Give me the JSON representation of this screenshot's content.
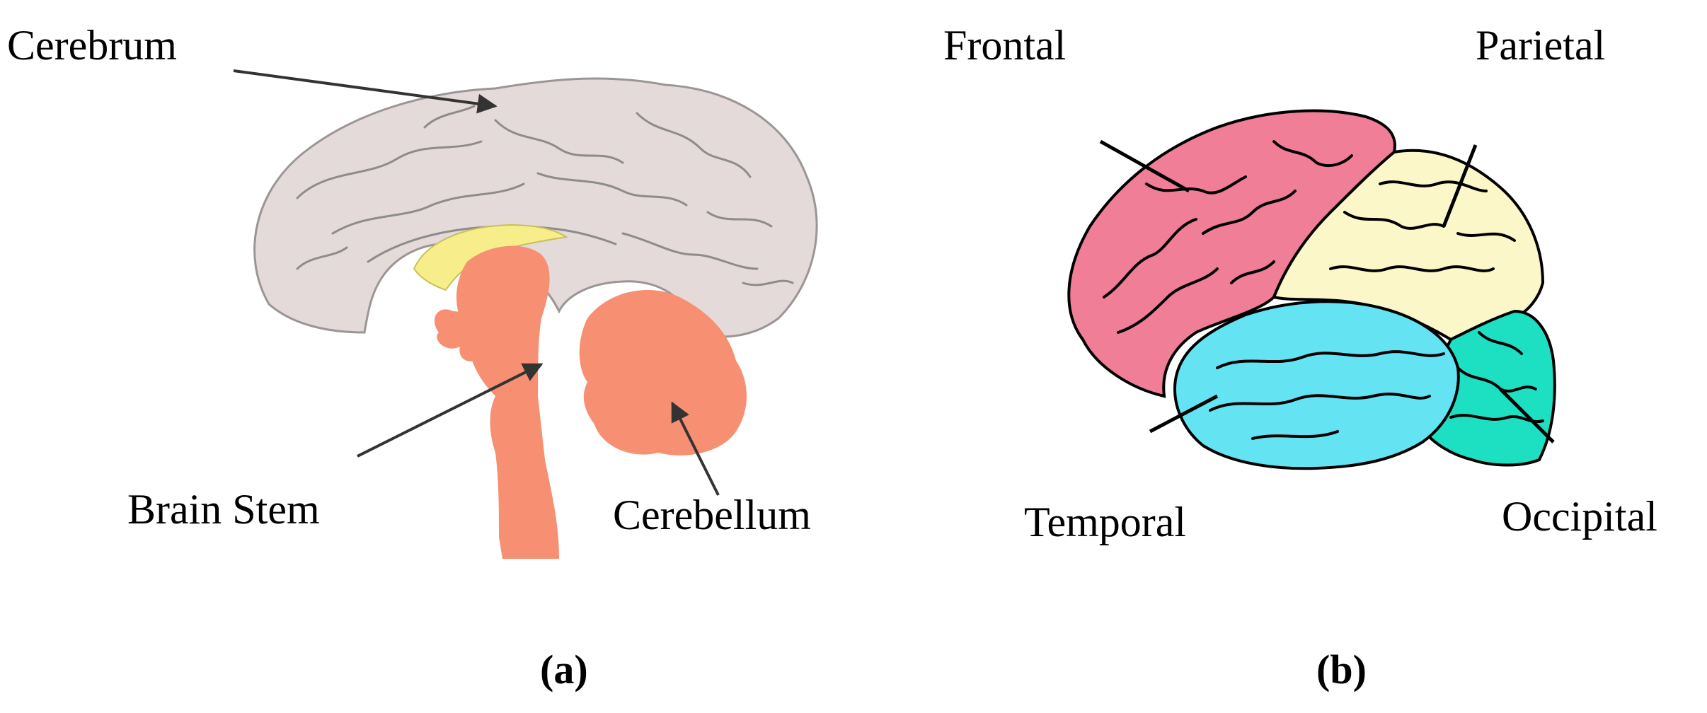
{
  "panel_a": {
    "caption": "(a)",
    "labels": {
      "cerebrum": "Cerebrum",
      "brain_stem": "Brain Stem",
      "cerebellum": "Cerebellum"
    }
  },
  "panel_b": {
    "caption": "(b)",
    "labels": {
      "frontal": "Frontal",
      "parietal": "Parietal",
      "temporal": "Temporal",
      "occipital": "Occipital"
    }
  },
  "colors": {
    "cerebrum": "#e4dad9",
    "corpus_callosum": "#f7ed8a",
    "brainstem_cerebellum": "#f78f72",
    "frontal": "#f07e97",
    "parietal": "#fbf7c8",
    "temporal": "#64e4f3",
    "occipital": "#1de0c3",
    "sulci_a": "#8d8b8b",
    "sulci_b": "#000000",
    "arrow": "#333333"
  }
}
